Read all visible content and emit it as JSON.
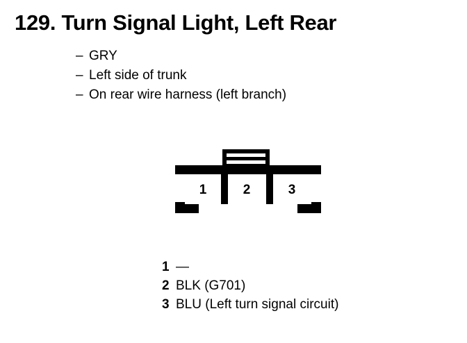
{
  "page": {
    "background_color": "#ffffff",
    "ink_color": "#000000"
  },
  "header": {
    "number": "129.",
    "title": "Turn Signal Light, Left Rear",
    "full_title": "129. Turn Signal Light, Left Rear"
  },
  "description": {
    "dash": "–",
    "items": [
      {
        "dash": "–",
        "text": "GRY"
      },
      {
        "dash": "–",
        "text": "Left side of trunk"
      },
      {
        "dash": "–",
        "text": "On rear wire harness (left branch)"
      }
    ]
  },
  "connector": {
    "name": "3-cavity-connector",
    "cavity_count": 3,
    "cavities": [
      {
        "number": "1"
      },
      {
        "number": "2"
      },
      {
        "number": "3"
      }
    ],
    "has_top_locking_tab": true,
    "line_color": "#000000",
    "fill_color": "#ffffff"
  },
  "legend": {
    "rows": [
      {
        "pin": "1",
        "value": "—"
      },
      {
        "pin": "2",
        "value": "BLK (G701)"
      },
      {
        "pin": "3",
        "value": "BLU (Left turn signal circuit)"
      }
    ]
  }
}
